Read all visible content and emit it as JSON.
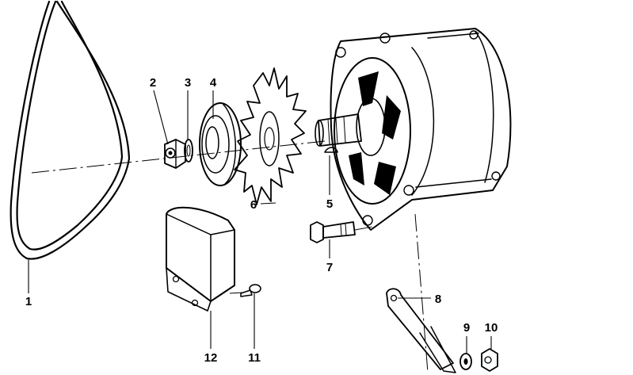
{
  "diagram": {
    "kind": "exploded-parts-drawing",
    "subject": "alternator assembly",
    "ink_color": "#000000",
    "background_color": "#ffffff",
    "callouts": [
      {
        "id": "1",
        "label": "1",
        "part": "v-belt"
      },
      {
        "id": "2",
        "label": "2",
        "part": "hex-nut"
      },
      {
        "id": "3",
        "label": "3",
        "part": "spring-washer"
      },
      {
        "id": "4",
        "label": "4",
        "part": "pulley"
      },
      {
        "id": "5",
        "label": "5",
        "part": "woodruff-key"
      },
      {
        "id": "6",
        "label": "6",
        "part": "fan-impeller"
      },
      {
        "id": "7",
        "label": "7",
        "part": "hex-bolt"
      },
      {
        "id": "8",
        "label": "8",
        "part": "tensioning-bracket"
      },
      {
        "id": "9",
        "label": "9",
        "part": "washer"
      },
      {
        "id": "10",
        "label": "10",
        "part": "nut"
      },
      {
        "id": "11",
        "label": "11",
        "part": "self-tapping-screw"
      },
      {
        "id": "12",
        "label": "12",
        "part": "voltage-regulator"
      }
    ]
  }
}
